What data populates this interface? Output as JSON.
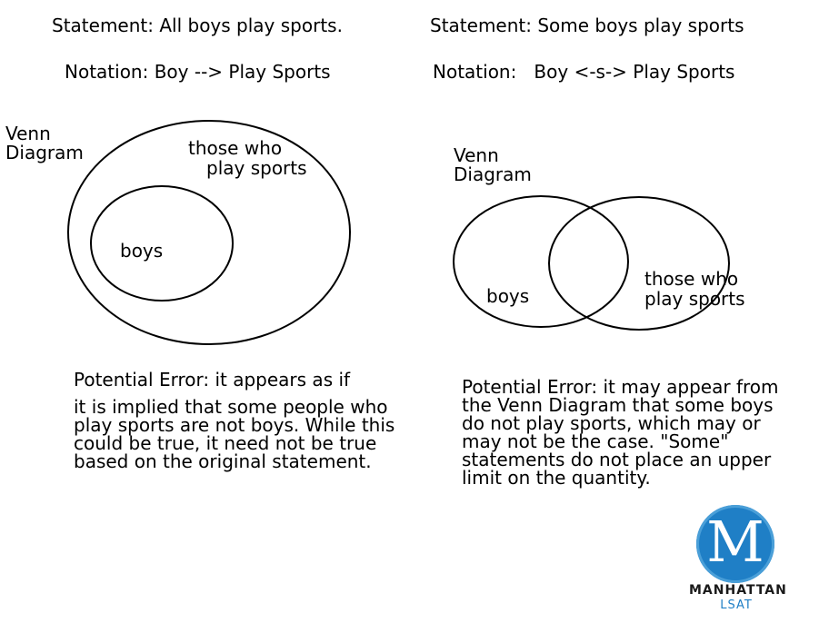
{
  "left": {
    "statement": "Statement: All boys play sports.",
    "notation": "Notation: Boy --> Play Sports",
    "venn_label_line1": "Venn",
    "venn_label_line2": "Diagram",
    "outer_label_line1": "those who",
    "outer_label_line2": "play sports",
    "inner_label": "boys",
    "error_line1": "Potential Error: it appears as if",
    "error_rest": "it is implied that some people who play sports are not boys. While this could be true, it need not be true based on the original statement."
  },
  "right": {
    "statement": "Statement: Some boys play sports",
    "notation": "Notation:   Boy <-s-> Play Sports",
    "venn_label_line1": "Venn",
    "venn_label_line2": "Diagram",
    "left_circle_label": "boys",
    "right_label_line1": "those who",
    "right_label_line2": "play sports",
    "error_text": "Potential Error: it may appear from the Venn Diagram that some boys do not play sports, which may or may not be the case. \"Some\" statements do not place an upper limit on the quantity."
  },
  "logo": {
    "letter": "M",
    "name": "MANHATTAN",
    "sub": "LSAT",
    "color": "#1f7fc6"
  }
}
